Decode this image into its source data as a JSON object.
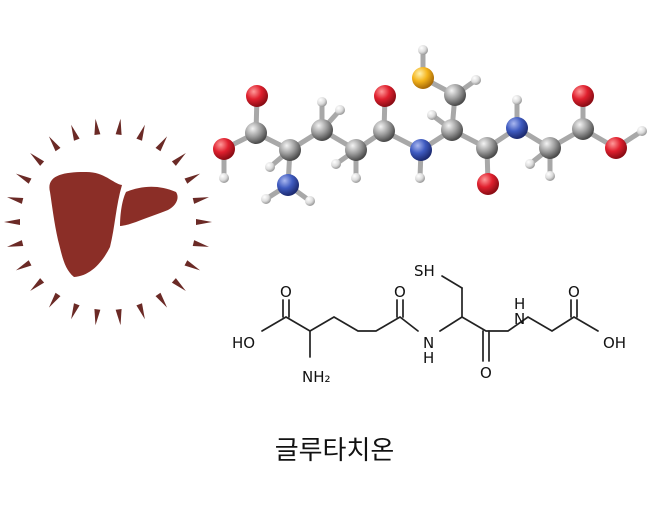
{
  "caption": "글루타치온",
  "structure_labels": {
    "sh": "SH",
    "acid_oxygen_left": "O",
    "hydroxyl_left": "HO",
    "amine": "NH₂",
    "amide_oxygen_1": "O",
    "amide_nh_1": "H",
    "amide_n_1": "N",
    "amide_oxygen_2": "O",
    "amide_n_2": "N",
    "amide_nh_2": "H",
    "acid_oxygen_right": "O",
    "hydroxyl_right": "OH"
  },
  "icons": {
    "liver": "liver-icon",
    "burst": "radiating-burst"
  },
  "colors": {
    "liver": "#8b2e27",
    "burst": "#6b2a26",
    "carbon": "#8c8c8c",
    "oxygen": "#d81e2c",
    "nitrogen": "#3b57b5",
    "sulfur": "#f2b21c",
    "hydrogen": "#e8e8e8"
  }
}
